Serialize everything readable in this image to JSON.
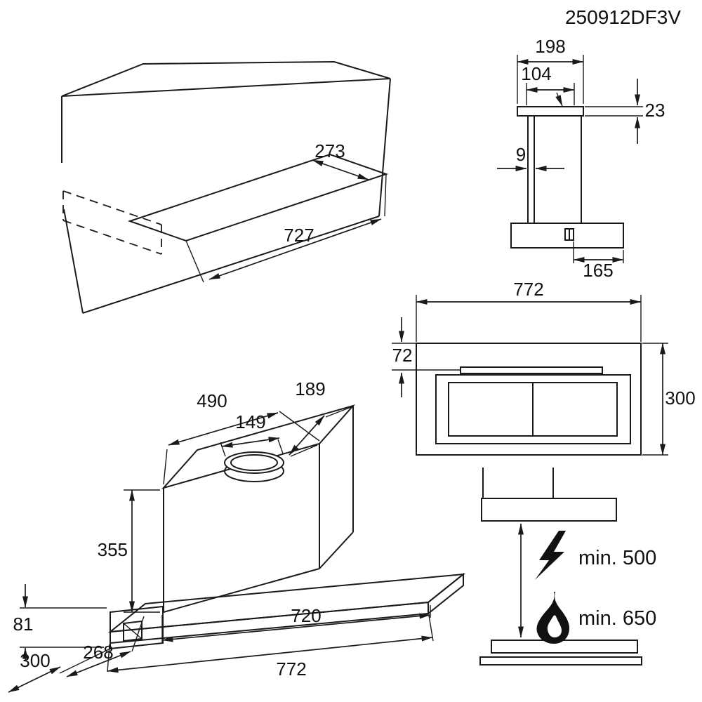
{
  "title": "250912DF3V",
  "cabinet_view": {
    "opening_depth": "273",
    "opening_width": "727"
  },
  "side_view": {
    "chimney_top_width": "198",
    "duct_width": "104",
    "flange_height": "23",
    "panel_thickness": "9",
    "rear_offset": "165"
  },
  "plan_view": {
    "width": "772",
    "front_offset": "72",
    "depth": "300"
  },
  "hood_view": {
    "body_top_width": "490",
    "body_top_depth": "189",
    "duct_diameter": "149",
    "body_height": "355",
    "visor_height": "81",
    "visor_depth": "300",
    "inner_depth": "268",
    "body_length": "720",
    "total_width": "772"
  },
  "clearance_view": {
    "electric_clearance": "min. 500",
    "gas_clearance": "min. 650"
  }
}
